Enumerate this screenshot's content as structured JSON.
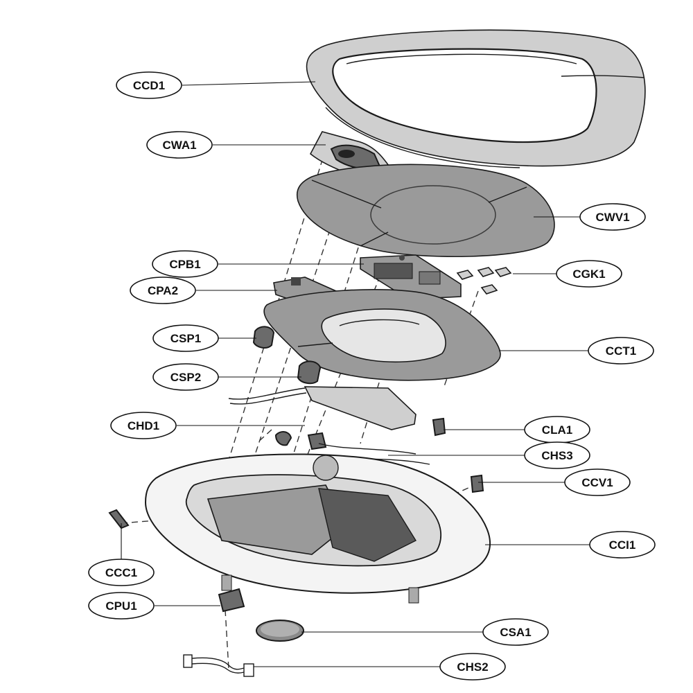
{
  "labels": [
    {
      "id": "CCD1",
      "text": "CCD1"
    },
    {
      "id": "CWA1",
      "text": "CWA1"
    },
    {
      "id": "CWV1",
      "text": "CWV1"
    },
    {
      "id": "CPB1",
      "text": "CPB1"
    },
    {
      "id": "CGK1",
      "text": "CGK1"
    },
    {
      "id": "CPA2",
      "text": "CPA2"
    },
    {
      "id": "CSP1",
      "text": "CSP1"
    },
    {
      "id": "CCT1",
      "text": "CCT1"
    },
    {
      "id": "CSP2",
      "text": "CSP2"
    },
    {
      "id": "CHD1",
      "text": "CHD1"
    },
    {
      "id": "CLA1",
      "text": "CLA1"
    },
    {
      "id": "CHS3",
      "text": "CHS3"
    },
    {
      "id": "CCV1",
      "text": "CCV1"
    },
    {
      "id": "CCI1",
      "text": "CCI1"
    },
    {
      "id": "CCC1",
      "text": "CCC1"
    },
    {
      "id": "CPU1",
      "text": "CPU1"
    },
    {
      "id": "CSA1",
      "text": "CSA1"
    },
    {
      "id": "CHS2",
      "text": "CHS2"
    }
  ],
  "colors": {
    "outline": "#1a1a1a",
    "dark_part": "#6b6b6b",
    "mid_part": "#9a9a9a",
    "light_part": "#cfcfcf",
    "background": "#ffffff"
  }
}
